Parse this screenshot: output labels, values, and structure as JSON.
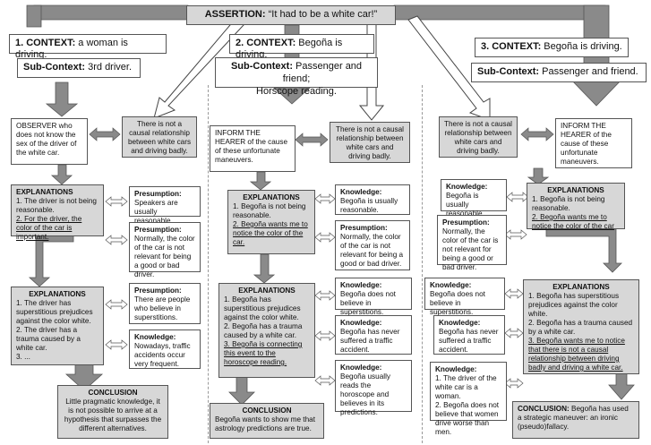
{
  "assertion": {
    "label": "ASSERTION:",
    "quote": "“It had to be a white car!”"
  },
  "col1": {
    "context": {
      "label": "1. CONTEXT:",
      "text": "a woman is driving."
    },
    "subcontext": {
      "label": "Sub-Context:",
      "text": "3rd driver."
    },
    "observer": "OBSERVER who does not know the sex of the driver of the white car.",
    "causal": "There is not a causal relationship between white cars and driving badly.",
    "explanations1": {
      "title": "EXPLANATIONS",
      "items": [
        "1. The driver is not being reasonable.",
        "2. For the driver, the color of the car is important."
      ]
    },
    "presumption1": {
      "title": "Presumption:",
      "text": "Speakers are usually reasonable."
    },
    "presumption2": {
      "title": "Presumption:",
      "text": "Normally, the color of the car is not relevant for being a good or bad driver."
    },
    "explanations2": {
      "title": "EXPLANATIONS",
      "items": [
        "1. The driver has superstitious prejudices against the color white.",
        "2. The driver has a trauma caused by a white car.",
        "3. ..."
      ]
    },
    "presumption3": {
      "title": "Presumption:",
      "text": "There are people who believe in superstitions."
    },
    "knowledge1": {
      "title": "Knowledge:",
      "text": "Nowadays, traffic accidents occur very frequent."
    },
    "conclusion": {
      "title": "CONCLUSION",
      "text": "Little pragmatic knowledge, it is not possible to arrive at a hypothesis that surpasses the different alternatives."
    }
  },
  "col2": {
    "context": {
      "label": "2. CONTEXT:",
      "text": "Begoña is driving."
    },
    "subcontext": {
      "label": "Sub-Context:",
      "text1": "Passenger and friend;",
      "text2": "Horscope reading."
    },
    "inform": "INFORM THE HEARER of the cause of these unfortunate maneuvers.",
    "causal": "There is not a causal relationship between white cars and driving badly.",
    "explanations1": {
      "title": "EXPLANATIONS",
      "items": [
        "1. Begoña is not being reasonable.",
        "2. Begoña wants me to notice the color of the car."
      ]
    },
    "knowledge1": {
      "title": "Knowledge:",
      "text": "Begoña is usually reasonable."
    },
    "presumption1": {
      "title": "Presumption:",
      "text": "Normally, the color of the car is not relevant for being a good or bad driver."
    },
    "explanations2": {
      "title": "EXPLANATIONS",
      "items": [
        "1. Begoña has superstitious prejudices against the color white.",
        "2. Begoña has a trauma caused by a white car.",
        "3. Begoña is connecting this event to the horoscope reading."
      ]
    },
    "knowledge2": {
      "title": "Knowledge:",
      "text": "Begoña does not believe in superstitions."
    },
    "knowledge3": {
      "title": "Knowledge:",
      "text": "Begoña has never suffered a traffic accident."
    },
    "knowledge4": {
      "title": "Knowledge:",
      "text": "Begoña usually reads the horoscope and believes in its predictions."
    },
    "conclusion": {
      "title": "CONCLUSION",
      "text": "Begoña wants to show me that astrology predictions are true."
    }
  },
  "col3": {
    "context": {
      "label": "3. CONTEXT:",
      "text": "Begoña is driving."
    },
    "subcontext": {
      "label": "Sub-Context:",
      "text": "Passenger and friend."
    },
    "causal": "There is not a causal relationship between white cars and driving badly.",
    "inform": "INFORM THE HEARER of the cause of these unfortunate maneuvers.",
    "knowledge1": {
      "title": "Knowledge:",
      "text": "Begoña is usually reasonable."
    },
    "explanations1": {
      "title": "EXPLANATIONS",
      "items": [
        "1. Begoña is not being reasonable.",
        "2. Begoña wants me to notice the color of the car"
      ]
    },
    "presumption1": {
      "title": "Presumption:",
      "text": "Normally, the color of the car is not relevant for being a good or bad driver."
    },
    "knowledge2": {
      "title": "Knowledge:",
      "text": "Begoña does not believe in superstitions."
    },
    "explanations2": {
      "title": "EXPLANATIONS",
      "items": [
        "1. Begoña has superstitious prejudices against the color white.",
        "2. Begoña has a trauma caused by a white car.",
        "3. Begoña wants me to notice that there is not a causal relationship between driving badly and driving a white car."
      ]
    },
    "knowledge3": {
      "title": "Knowledge:",
      "text": "Begoña has never suffered a traffic accident."
    },
    "knowledge4": {
      "title": "Knowledge:",
      "items": [
        "1. The driver of the white car is a woman.",
        "2. Begoña does not believe that women drive worse than men."
      ]
    },
    "conclusion": {
      "title": "CONCLUSION:",
      "text": "Begoña has used a strategic maneuver: an ironic (pseudo)fallacy."
    }
  }
}
